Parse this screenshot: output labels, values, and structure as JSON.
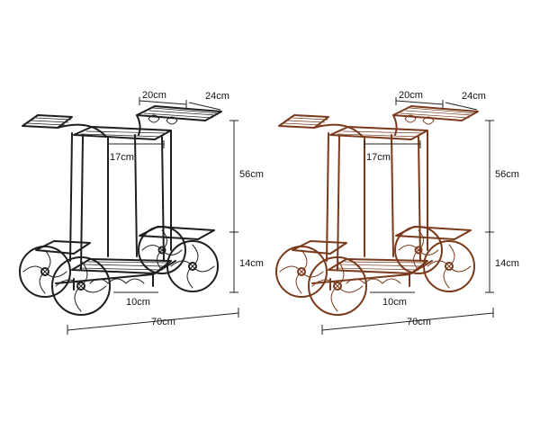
{
  "colors": {
    "left_product": "#1e1e1e",
    "right_product": "#7a3a1c",
    "dimension_line": "#222222",
    "background": "#ffffff"
  },
  "products": [
    {
      "name": "black-variant",
      "labels": {
        "top_width": "20cm",
        "top_depth": "24cm",
        "inner_width": "17cm",
        "upper_height": "56cm",
        "lower_height": "14cm",
        "base_width": "10cm",
        "total_length": "70cm"
      }
    },
    {
      "name": "bronze-variant",
      "labels": {
        "top_width": "20cm",
        "top_depth": "24cm",
        "inner_width": "17cm",
        "upper_height": "56cm",
        "lower_height": "14cm",
        "base_width": "10cm",
        "total_length": "70cm"
      }
    }
  ]
}
